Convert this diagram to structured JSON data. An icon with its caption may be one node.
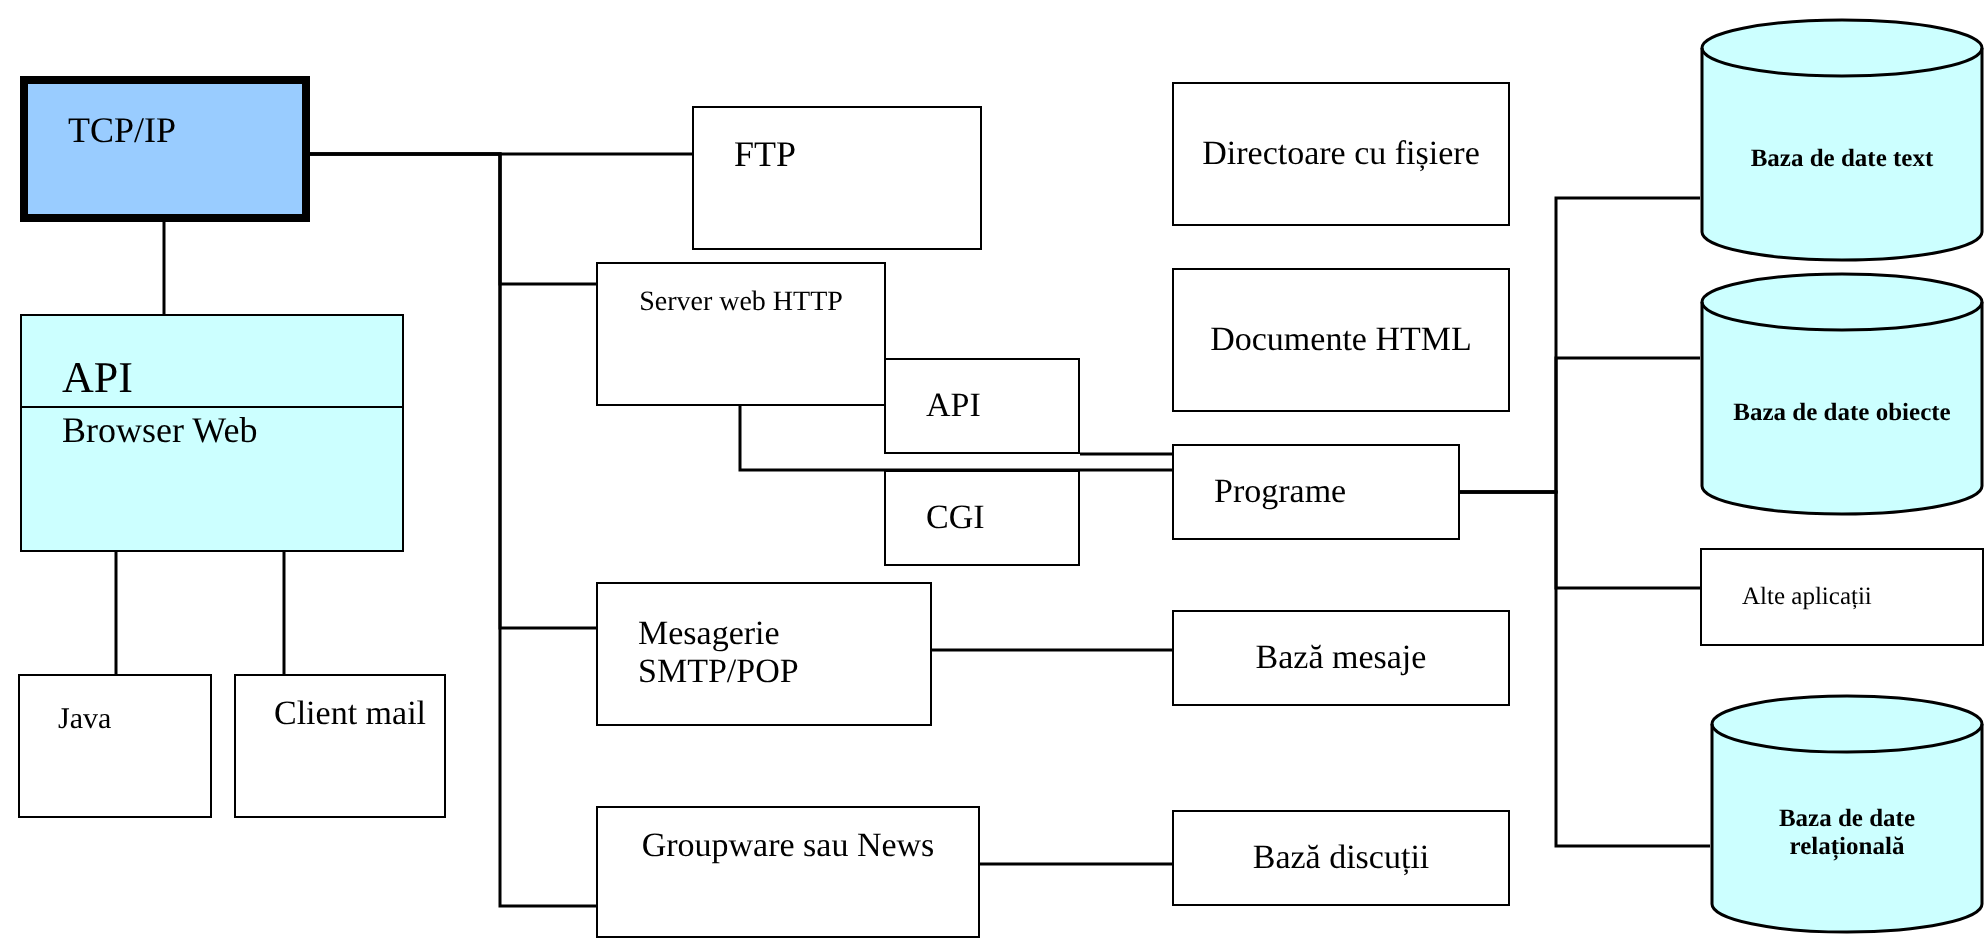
{
  "diagram": {
    "nodes": [
      {
        "text": [
          "TCP/IP"
        ]
      },
      {
        "text": [
          "API",
          "Browser Web"
        ]
      },
      {
        "text": [
          "Java"
        ]
      },
      {
        "text": [
          "Client mail"
        ]
      },
      {
        "text": [
          "FTP"
        ]
      },
      {
        "text": [
          "Server web HTTP"
        ]
      },
      {
        "text": [
          "API"
        ]
      },
      {
        "text": [
          "CGI"
        ]
      },
      {
        "text": [
          "Directoare cu fișiere"
        ]
      },
      {
        "text": [
          "Documente HTML"
        ]
      },
      {
        "text": [
          "Programe"
        ]
      },
      {
        "text": [
          "Mesagerie SMTP/POP"
        ]
      },
      {
        "text": [
          "Groupware sau News"
        ]
      },
      {
        "text": [
          "Bază mesaje"
        ]
      },
      {
        "text": [
          "Bază discuții"
        ]
      },
      {
        "text": [
          "Baza de date text"
        ]
      },
      {
        "text": [
          "Baza de date obiecte"
        ]
      },
      {
        "text": [
          "Alte aplicații"
        ]
      },
      {
        "text": [
          "Baza de date relațională"
        ]
      }
    ],
    "edges": [
      {
        "from": 0,
        "to": 1,
        "arrow": "none"
      },
      {
        "from": 1,
        "to": 2,
        "arrow": "none"
      },
      {
        "from": 1,
        "to": 3,
        "arrow": "none"
      },
      {
        "from": 0,
        "to": 4,
        "arrow": "none"
      },
      {
        "from": 0,
        "to": 5,
        "arrow": "none"
      },
      {
        "from": 0,
        "to": 11,
        "arrow": "none"
      },
      {
        "from": 0,
        "to": 12,
        "arrow": "none"
      },
      {
        "from": 5,
        "to": 10,
        "arrow": "none"
      },
      {
        "from": 6,
        "to": 10,
        "arrow": "none"
      },
      {
        "from": 11,
        "to": 13,
        "arrow": "none"
      },
      {
        "from": 12,
        "to": 14,
        "arrow": "none"
      },
      {
        "from": 10,
        "to": 15,
        "arrow": "none"
      },
      {
        "from": 10,
        "to": 16,
        "arrow": "none"
      },
      {
        "from": 10,
        "to": 17,
        "arrow": "none"
      },
      {
        "from": 10,
        "to": 18,
        "arrow": "none"
      }
    ]
  }
}
